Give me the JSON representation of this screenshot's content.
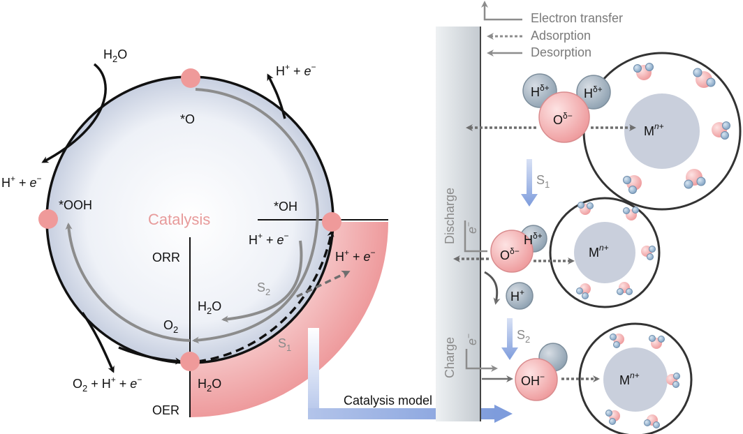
{
  "legend": {
    "electron_transfer": "Electron transfer",
    "adsorption": "Adsorption",
    "desorption": "Desorption"
  },
  "cycle": {
    "title": "Catalysis",
    "orr": "ORR",
    "oer": "OER",
    "intermediates": {
      "o": "*O",
      "ooh": "*OOH",
      "oh": "*OH",
      "o2": "O",
      "o2_sub": "2"
    },
    "h2o_top": {
      "main": "H",
      "sub": "2",
      "tail": "O"
    },
    "h_plus_e_top": {
      "h": "H",
      "plus_sup": "+",
      "mid": " + ",
      "e": "e",
      "minus_sup": "−"
    },
    "h_plus_e_left": {
      "h": "H",
      "plus_sup": "+",
      "mid": " + ",
      "e": "e",
      "minus_sup": "−"
    },
    "h_plus_e_inner": {
      "h": "H",
      "plus_sup": "+",
      "mid": " + ",
      "e": "e",
      "minus_sup": "−"
    },
    "h_plus_e_outer": {
      "h": "H",
      "plus_sup": "+",
      "mid": " + ",
      "e": "e",
      "minus_sup": "−"
    },
    "h2o_inner": {
      "main": "H",
      "sub": "2",
      "tail": "O"
    },
    "h2o_bottom": {
      "main": "H",
      "sub": "2",
      "tail": "O"
    },
    "o2_bottom": {
      "o": "O",
      "sub": "2",
      "mid": " + H",
      "plus_sup": "+",
      "mid2": " + ",
      "e": "e",
      "minus_sup": "−"
    },
    "s1": {
      "s": "S",
      "sub": "1"
    },
    "s2": {
      "s": "S",
      "sub": "2"
    }
  },
  "model": {
    "arrow_label": "Catalysis model",
    "discharge": "Discharge",
    "charge": "Charge",
    "e_discharge": {
      "e": "e",
      "sup": "−"
    },
    "e_charge": {
      "e": "e",
      "sup": "−"
    },
    "s1": {
      "s": "S",
      "sub": "1"
    },
    "s2": {
      "s": "S",
      "sub": "2"
    },
    "o_delta": {
      "o": "O",
      "sup": "δ−"
    },
    "h_delta": {
      "h": "H",
      "sup": "δ+"
    },
    "oh_minus": {
      "main": "OH",
      "sup": "−"
    },
    "h_plus": {
      "h": "H",
      "sup": "+"
    },
    "metal": {
      "m": "M",
      "sup_n": "n",
      "sup_plus": "+"
    }
  },
  "colors": {
    "pink_node": "#ef9a9a",
    "grey_arrow": "#8c8c8c",
    "blue_arrow": "#8aa8e0",
    "electrode": "#cfd5da",
    "cluster_core": "#c9cfdc",
    "ball_blue": "#9fb4c8"
  }
}
